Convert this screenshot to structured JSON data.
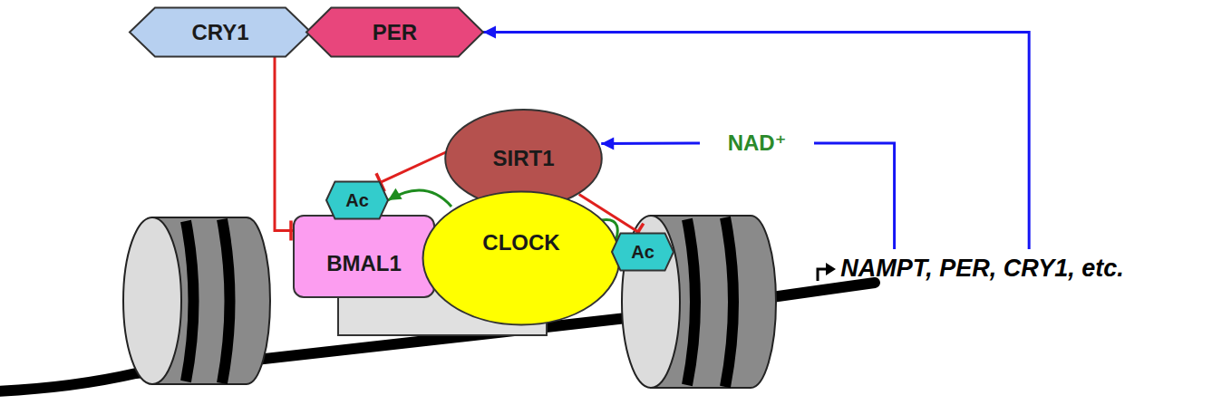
{
  "diagram": {
    "nodes": [
      {
        "text": [
          "CRY1"
        ]
      },
      {
        "text": [
          "PER"
        ]
      },
      {
        "text": [
          "SIRT1"
        ]
      },
      {
        "text": [
          "Ac"
        ]
      },
      {
        "text": [
          "BMAL1"
        ]
      },
      {
        "text": [
          "CLOCK"
        ]
      },
      {
        "text": [
          "Ac"
        ]
      },
      {
        "text": [
          "NAD⁺"
        ]
      },
      {
        "text": [
          "NAMPT, PER, CRY1, etc."
        ]
      }
    ],
    "edges": [
      {
        "from": 0,
        "to": 4,
        "arrow": "to"
      },
      {
        "from": 2,
        "to": 3,
        "arrow": "to"
      },
      {
        "from": 5,
        "to": 3,
        "arrow": "to"
      },
      {
        "from": 2,
        "to": 6,
        "arrow": "to"
      },
      {
        "from": 5,
        "to": 6,
        "arrow": "to"
      },
      {
        "from": 7,
        "to": 2,
        "arrow": "to"
      },
      {
        "from": 8,
        "to": 7,
        "arrow": "none"
      },
      {
        "from": 8,
        "to": 1,
        "arrow": "to"
      }
    ]
  }
}
